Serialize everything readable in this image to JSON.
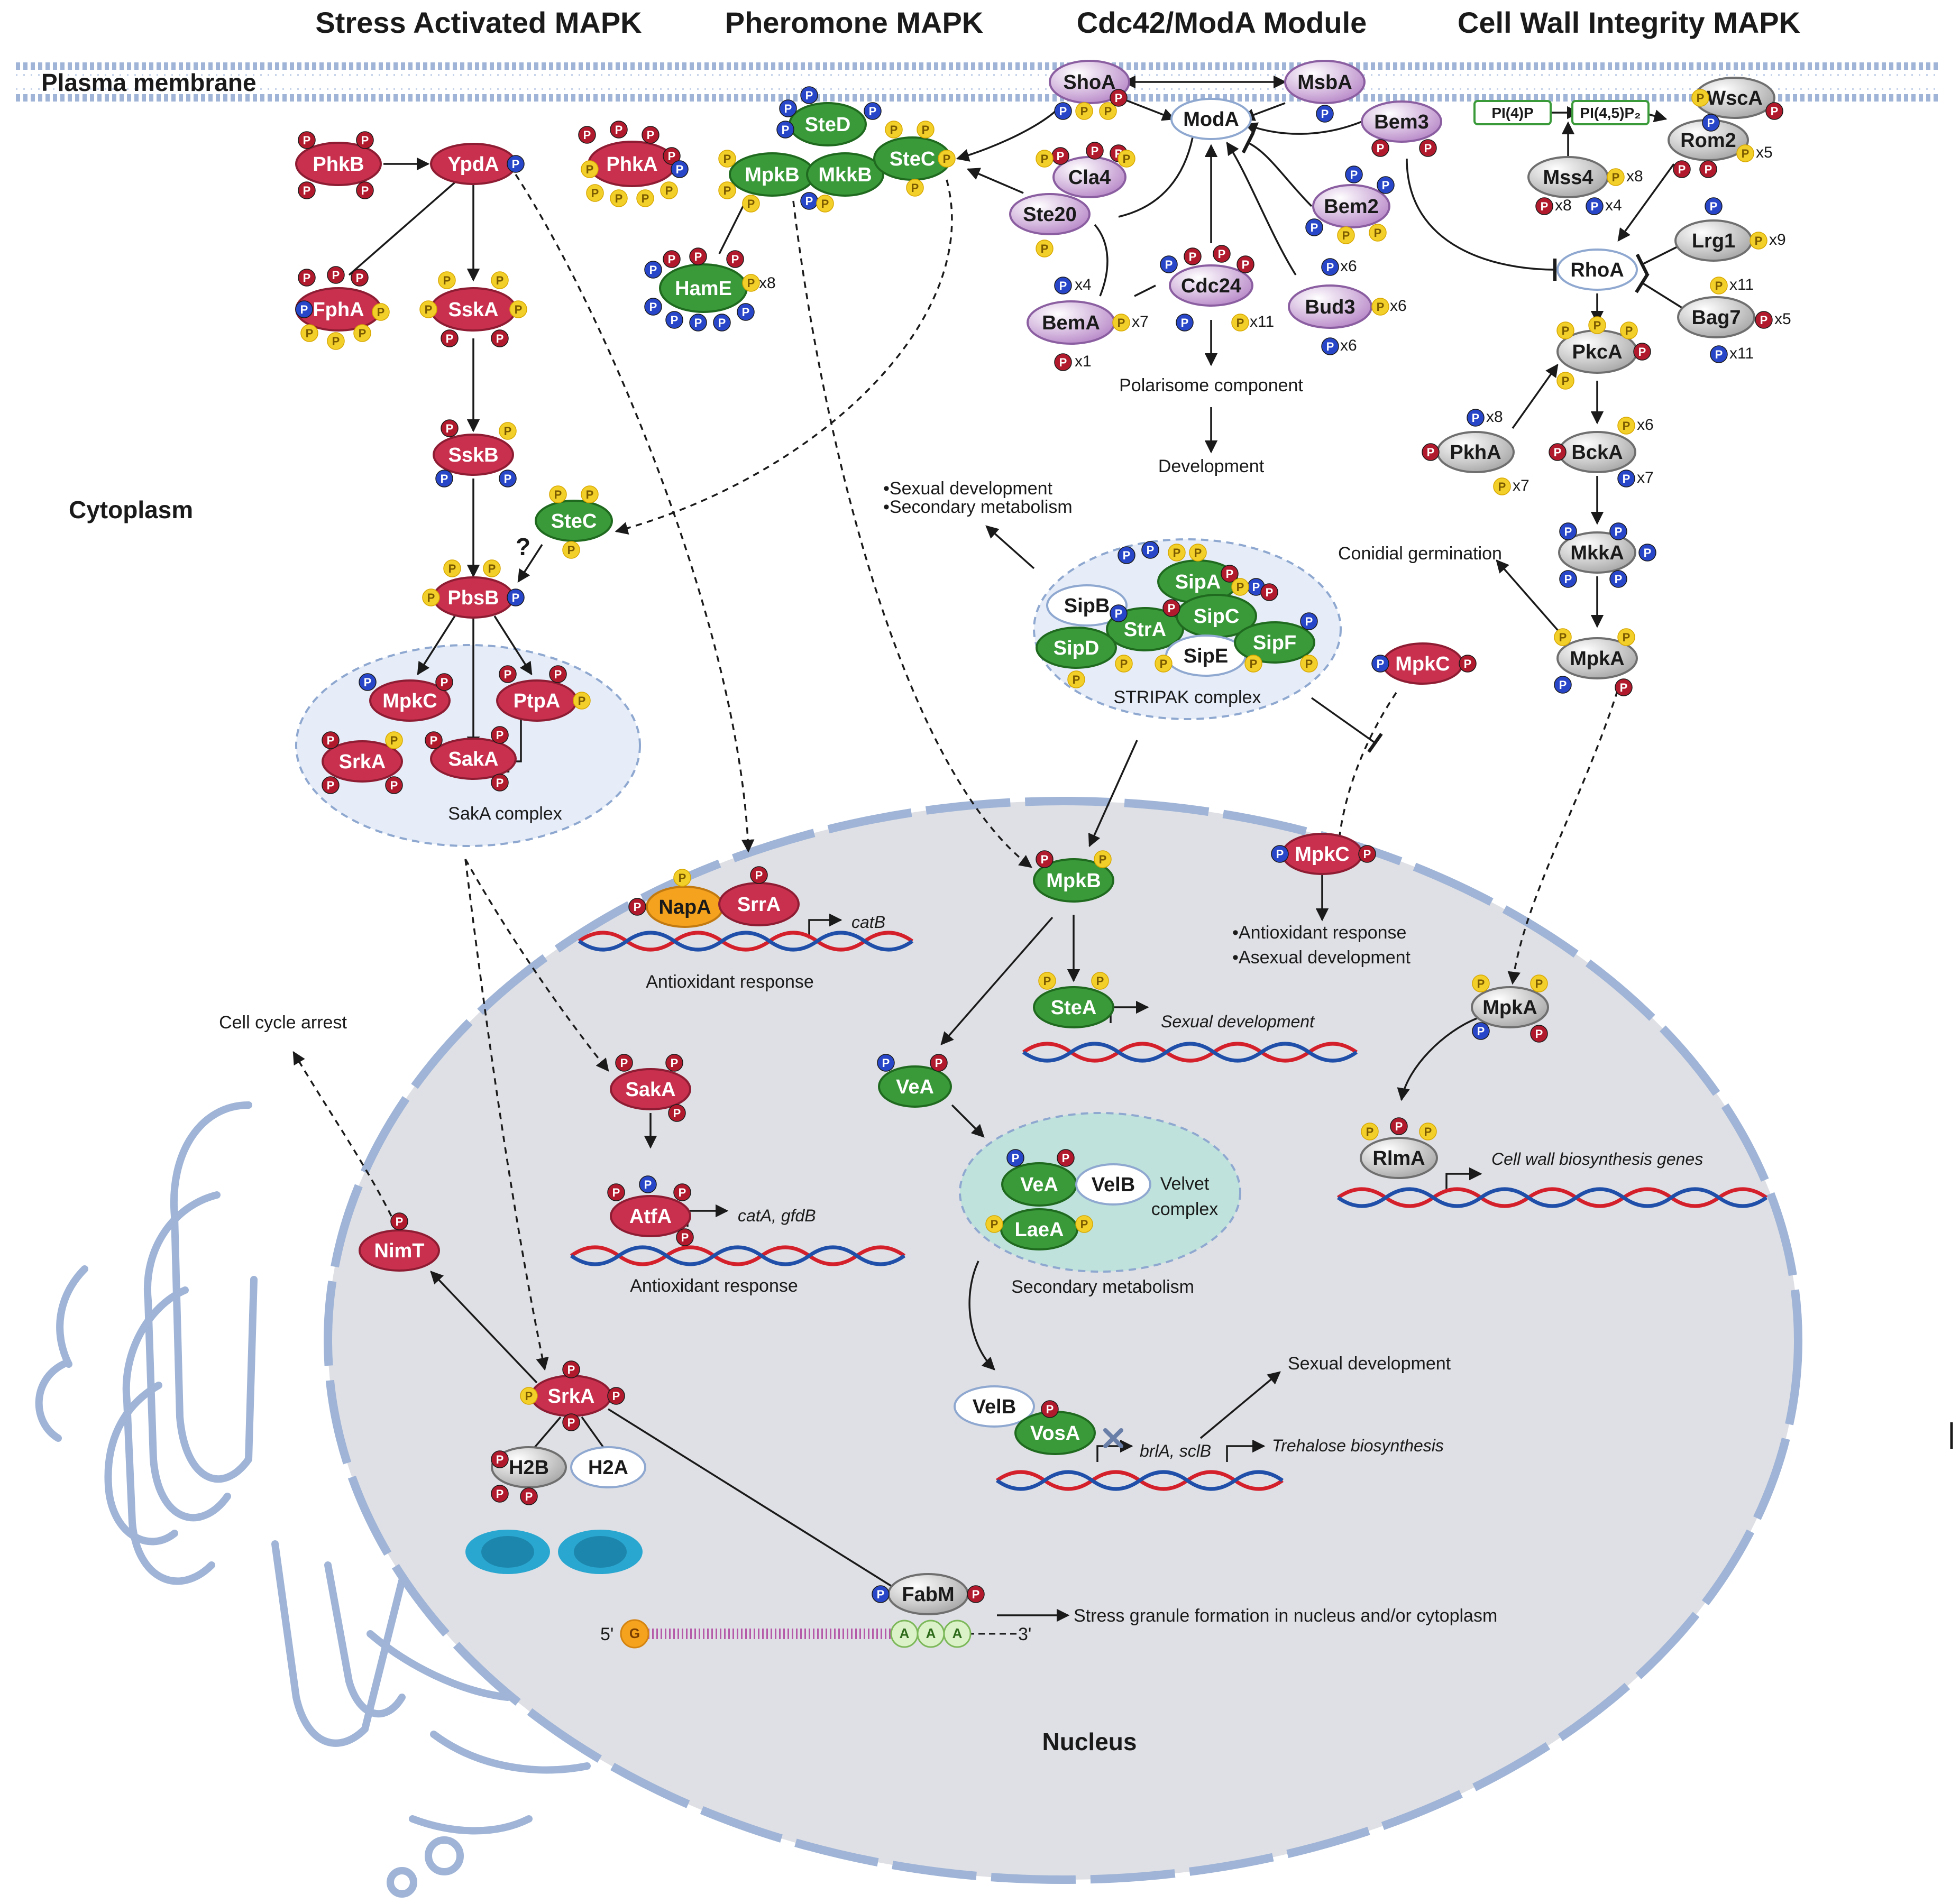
{
  "titles": {
    "stress": "Stress Activated MAPK",
    "pheromone": "Pheromone MAPK",
    "cdc42": "Cdc42/ModA Module",
    "cwi": "Cell Wall Integrity MAPK"
  },
  "regions": {
    "plasma_membrane": "Plasma membrane",
    "cytoplasm": "Cytoplasm",
    "nucleus": "Nucleus"
  },
  "proteins": {
    "PhkB": "PhkB",
    "YpdA": "YpdA",
    "PhkA": "PhkA",
    "FphA": "FphA",
    "SskA": "SskA",
    "SskB": "SskB",
    "SteC_mid": "SteC",
    "PbsB": "PbsB",
    "MpkC_sak": "MpkC",
    "PtpA": "PtpA",
    "SrkA_sak": "SrkA",
    "SakA_sak": "SakA",
    "SteD": "SteD",
    "MpkB_top": "MpkB",
    "MkkB": "MkkB",
    "SteC_top": "SteC",
    "HamE": "HamE",
    "ShoA": "ShoA",
    "MsbA": "MsbA",
    "ModA": "ModA",
    "Bem3": "Bem3",
    "Cla4": "Cla4",
    "Ste20": "Ste20",
    "Bem2": "Bem2",
    "Cdc24": "Cdc24",
    "BemA": "BemA",
    "Bud3": "Bud3",
    "PI4P": "PI(4)P",
    "PI45P2": "PI(4,5)P₂",
    "WscA": "WscA",
    "Rom2": "Rom2",
    "Mss4": "Mss4",
    "Lrg1": "Lrg1",
    "RhoA": "RhoA",
    "Bag7": "Bag7",
    "PkcA": "PkcA",
    "PkhA": "PkhA",
    "BckA": "BckA",
    "MkkA": "MkkA",
    "MpkA_cyto": "MpkA",
    "SipA": "SipA",
    "SipB": "SipB",
    "StrA": "StrA",
    "SipC": "SipC",
    "SipD": "SipD",
    "SipE": "SipE",
    "SipF": "SipF",
    "MpkC_cyto": "MpkC",
    "NapA": "NapA",
    "SrrA": "SrrA",
    "MpkB_nuc": "MpkB",
    "MpkC_nuc": "MpkC",
    "SteA": "SteA",
    "MpkA_nuc": "MpkA",
    "RlmA": "RlmA",
    "VeA": "VeA",
    "VeA_cx": "VeA",
    "VelB_cx": "VelB",
    "LaeA": "LaeA",
    "SakA_nuc": "SakA",
    "AtfA": "AtfA",
    "NimT": "NimT",
    "SrkA_nuc": "SrkA",
    "H2B": "H2B",
    "H2A": "H2A",
    "VelB_nuc": "VelB",
    "VosA": "VosA",
    "FabM": "FabM"
  },
  "complexes": {
    "sakA": "SakA complex",
    "stripak": "STRIPAK complex",
    "velvet_line1": "Velvet",
    "velvet_line2": "complex"
  },
  "outputs": {
    "polarisome": "Polarisome component",
    "development": "Development",
    "sexdev_dot": "•Sexual development",
    "secmet_dot": "•Secondary metabolism",
    "conidial": "Conidial germination",
    "antiox1": "Antioxidant response",
    "antiox_dot": "•Antioxidant response",
    "asexual_dot": "•Asexual development",
    "sexual_dev_it": "Sexual development",
    "cellwall": "Cell wall biosynthesis genes",
    "cellcycle": "Cell cycle arrest",
    "antiox2": "Antioxidant response",
    "secmet": "Secondary metabolism",
    "sexual_dev2": "Sexual development",
    "trehalose": "Trehalose biosynthesis",
    "stress_granule": "Stress granule formation in nucleus and/or cytoplasm",
    "question": "?"
  },
  "genes": {
    "catB": "catB",
    "catA": "catA, gfdB",
    "brlA": "brlA, sclB"
  },
  "mrna": {
    "five_prime": "5'",
    "three_prime": "3'",
    "cap": "G",
    "polyA": "A"
  },
  "multipliers": {
    "hamE": "x8",
    "bemA_p": "x7",
    "bemA_b": "x4",
    "bemA_r": "x1",
    "cdc24": "x11",
    "bud3_b": "x6",
    "bud3_p": "x6",
    "bud3_r": "x6",
    "mss4_p": "x8",
    "mss4_r": "x8",
    "mss4_b": "x4",
    "rom2": "x5",
    "lrg1": "x9",
    "bag7_top": "x11",
    "bag7_r": "x5",
    "bag7_b": "x11",
    "pkhA_b": "x8",
    "pkhA_p": "x7",
    "bckA_p": "x6",
    "bckA_b": "x7"
  },
  "phospho_label": "P",
  "colors": {
    "stress": "#c8304e",
    "pheromone": "#3a9a3a",
    "cdc42": "#b98ac9",
    "cwi": "#a8a8a8",
    "phospho_red": "#b11a2c",
    "phospho_blue": "#2846c8",
    "phospho_yellow": "#f3cf2a",
    "nucleus_fill": "#dfe0e5",
    "nucleus_border": "#9fb4d6",
    "membrane": "#9fb4d6",
    "dna_red": "#d4202a",
    "dna_blue": "#1f4fa8",
    "complex_fill": "#e6edf8",
    "velvet_fill": "#bfe3dc"
  }
}
